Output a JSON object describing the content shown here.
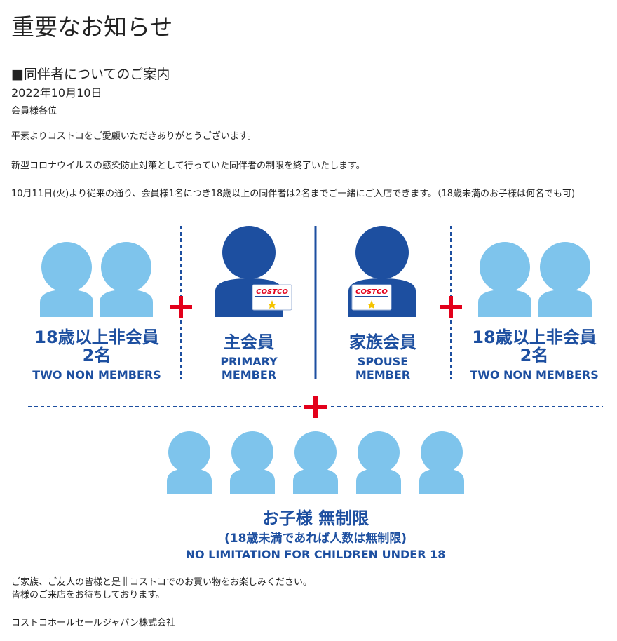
{
  "page_title": "重要なお知らせ",
  "notice": {
    "heading": "■同伴者についてのご案内",
    "date": "2022年10月10日",
    "salutation": "会員様各位",
    "paragraphs": [
      "平素よりコストコをご愛顧いただきありがとうございます。",
      "新型コロナウイルスの感染防止対策として行っていた同伴者の制限を終了いたします。",
      "10月11日(火)より従来の通り、会員様1名につき18歳以上の同伴者は2名までご一緒にご入店できます。（18歳未満のお子様は何名でも可)"
    ],
    "closing": [
      "ご家族、ご友人の皆様と是非コストコでのお買い物をお楽しみください。",
      "皆様のご来店をお待ちしております。"
    ],
    "signature": "コストコホールセールジャパン株式会社"
  },
  "infographic": {
    "colors": {
      "light_blue": "#7ec4ec",
      "dark_blue": "#1d4fa0",
      "red": "#e3001b"
    },
    "left_group": {
      "jp": "18歳以上非会員",
      "count": "2名",
      "en": "TWO NON MEMBERS"
    },
    "primary": {
      "jp": "主会員",
      "en1": "PRIMARY",
      "en2": "MEMBER"
    },
    "spouse": {
      "jp": "家族会員",
      "en1": "SPOUSE",
      "en2": "MEMBER"
    },
    "right_group": {
      "jp": "18歳以上非会員",
      "count": "2名",
      "en": "TWO NON MEMBERS"
    },
    "card_logo": "COSTCO",
    "children": {
      "jp": "お子様 無制限",
      "sub": "(18歳未満であれば人数は無制限)",
      "en": "NO LIMITATION FOR CHILDREN UNDER 18"
    }
  }
}
